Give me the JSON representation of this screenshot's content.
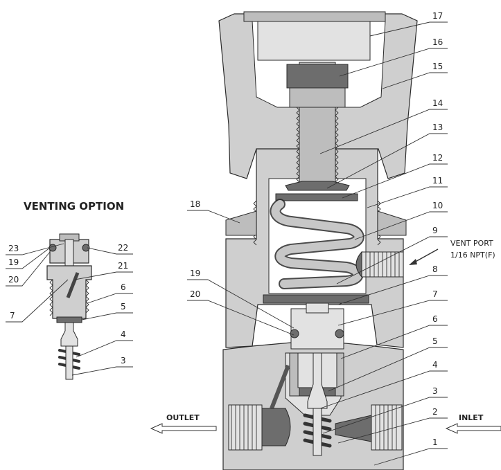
{
  "labels": {
    "venting_title": "VENTING OPTION",
    "vent_port": "VENT PORT",
    "vent_port_spec": "1/16 NPT(F)",
    "outlet": "OUTLET",
    "inlet": "INLET"
  },
  "main_callouts": [
    "17",
    "16",
    "15",
    "14",
    "13",
    "12",
    "11",
    "10",
    "9",
    "8",
    "7",
    "6",
    "5",
    "4",
    "3",
    "2",
    "1",
    "18",
    "19",
    "20"
  ],
  "vent_callouts": [
    "23",
    "22",
    "19",
    "21",
    "20",
    "6",
    "7",
    "5",
    "4",
    "3"
  ]
}
